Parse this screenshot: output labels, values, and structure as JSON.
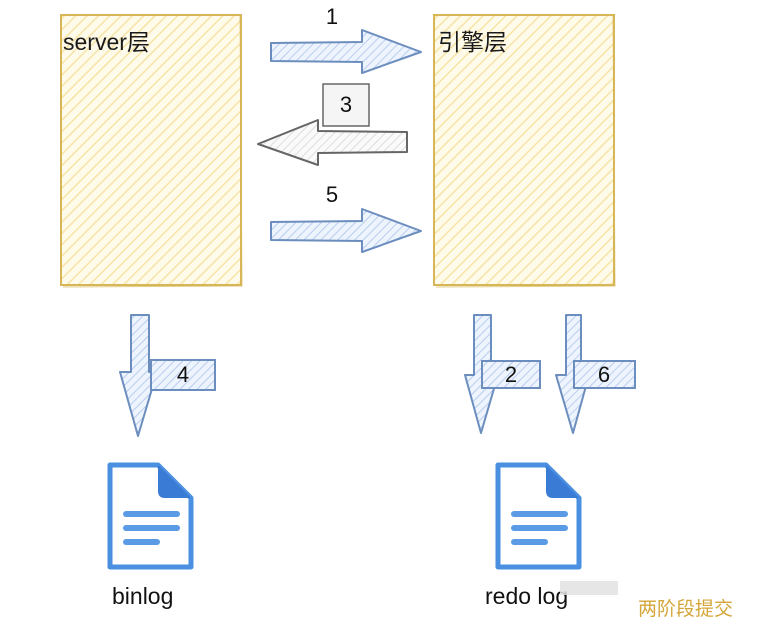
{
  "diagram": {
    "title": "两阶段提交",
    "colors": {
      "layer_fill": "#fdf3d0",
      "layer_stroke": "#d6b656",
      "arrow_fill": "#dae8fc",
      "arrow_stroke": "#6c8ebf",
      "return_arrow_fill": "#f5f5f5",
      "return_arrow_stroke": "#666666",
      "file_icon": "#4a8fe0",
      "watermark": "#d4a63a"
    },
    "layers": [
      {
        "id": "server",
        "label": "server层"
      },
      {
        "id": "engine",
        "label": "引擎层"
      }
    ],
    "steps": [
      {
        "number": "1",
        "from": "server层",
        "to": "引擎层",
        "direction": "right"
      },
      {
        "number": "2",
        "from": "引擎层",
        "to": "redo log",
        "direction": "down"
      },
      {
        "number": "3",
        "from": "引擎层",
        "to": "server层",
        "direction": "left"
      },
      {
        "number": "4",
        "from": "server层",
        "to": "binlog",
        "direction": "down"
      },
      {
        "number": "5",
        "from": "server层",
        "to": "引擎层",
        "direction": "right"
      },
      {
        "number": "6",
        "from": "引擎层",
        "to": "redo log",
        "direction": "down"
      }
    ],
    "files": [
      {
        "id": "binlog",
        "label": "binlog",
        "icon": "document-icon"
      },
      {
        "id": "redolog",
        "label": "redo log",
        "icon": "document-icon"
      }
    ],
    "watermark": "两阶段提交"
  }
}
